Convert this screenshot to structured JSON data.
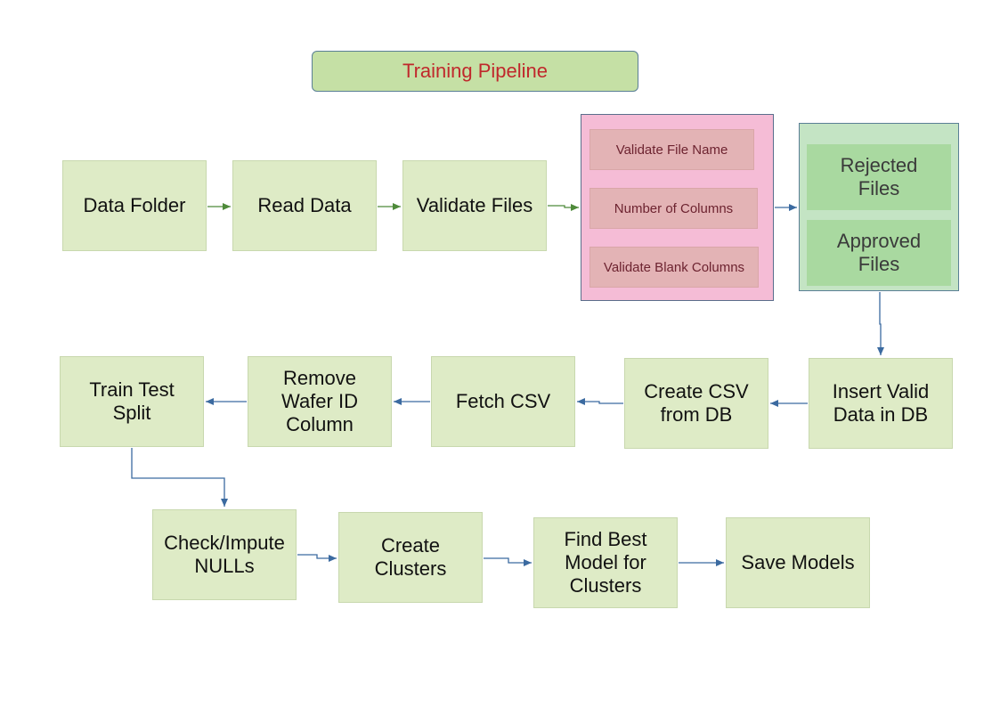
{
  "title": "Training Pipeline",
  "nodes": {
    "data_folder": "Data Folder",
    "read_data": "Read Data",
    "validate_files": "Validate Files",
    "insert_valid_data": "Insert Valid\nData in DB",
    "create_csv": "Create CSV\nfrom DB",
    "fetch_csv": "Fetch CSV",
    "remove_wafer_id": "Remove\nWafer ID\nColumn",
    "train_test_split": "Train Test\nSplit",
    "check_impute_nulls": "Check/Impute\nNULLs",
    "create_clusters": "Create\nClusters",
    "find_best_model": "Find Best\nModel for\nClusters",
    "save_models": "Save Models"
  },
  "validation_checks": [
    "Validate File Name",
    "Number of Columns",
    "Validate Blank Columns"
  ],
  "file_outcomes": [
    "Rejected\nFiles",
    "Approved\nFiles"
  ],
  "colors": {
    "node_fill": "#deebc6",
    "title_text": "#c0282c",
    "validation_fill": "#f5bcd6",
    "check_fill": "#e3b3b5",
    "outcome_fill": "#a9d9a0",
    "arrow_green": "#4e8a3a",
    "arrow_blue": "#3b6aa0"
  }
}
